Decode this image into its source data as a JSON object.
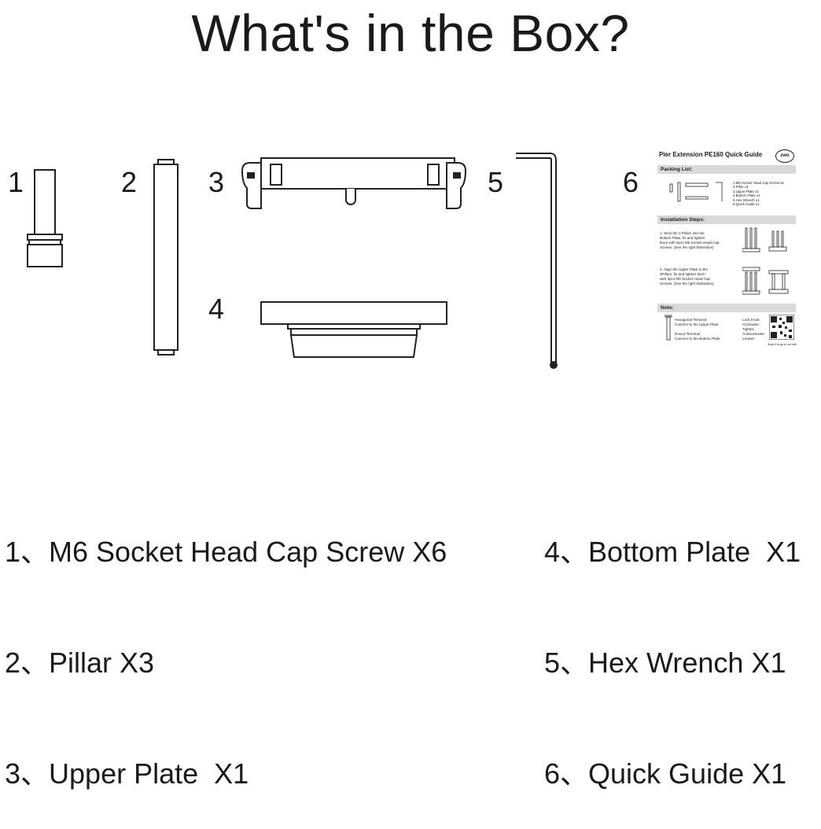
{
  "title": "What's in the Box?",
  "parts": [
    {
      "number": "1",
      "label": "1、M6 Socket Head Cap Screw X6"
    },
    {
      "number": "2",
      "label": "2、Pillar X3"
    },
    {
      "number": "3",
      "label": "3、Upper Plate  X1"
    },
    {
      "number": "4",
      "label": "4、Bottom Plate  X1"
    },
    {
      "number": "5",
      "label": "5、Hex Wrench X1"
    },
    {
      "number": "6",
      "label": "6、Quick Guide X1"
    }
  ],
  "quick_guide": {
    "title": "Pier Extension PE160 Quick Guide",
    "logo": "zwo",
    "packing_header": "Packing List:",
    "packing_items": [
      "1.M6 Socket Head Cap Screw x6",
      "2.Pillar x3",
      "3.Upper Plate x1",
      "4.Bottom Plate x1",
      "5.Hex Wrench x1",
      "6.Quick Guide x1"
    ],
    "install_header": "Installation Steps:",
    "step1": "1. Stick the 3 Pillars into the\nBottom Plate, fix and tighten\nthem with 3pcs M6 Socket Head Cap\nScrews. (See the right illustration)",
    "step2": "2. Align the Upper Plate to the\n3Pillars, fix and tighten them\nwith 3pcs M6 Socket Head Cap\nScrews. (See the right illustration)",
    "note_header": "Note:",
    "note_hex": "Hexagonal Terminal\nConnect to the Upper Plate",
    "note_round": "Round Terminal\nConnect to the Bottom Plate",
    "note_lock": "Lock Knob\nClockwise:\nTighten\nAnticlockwise:\nLoosen",
    "note_url": "Scan it to go to our site"
  }
}
